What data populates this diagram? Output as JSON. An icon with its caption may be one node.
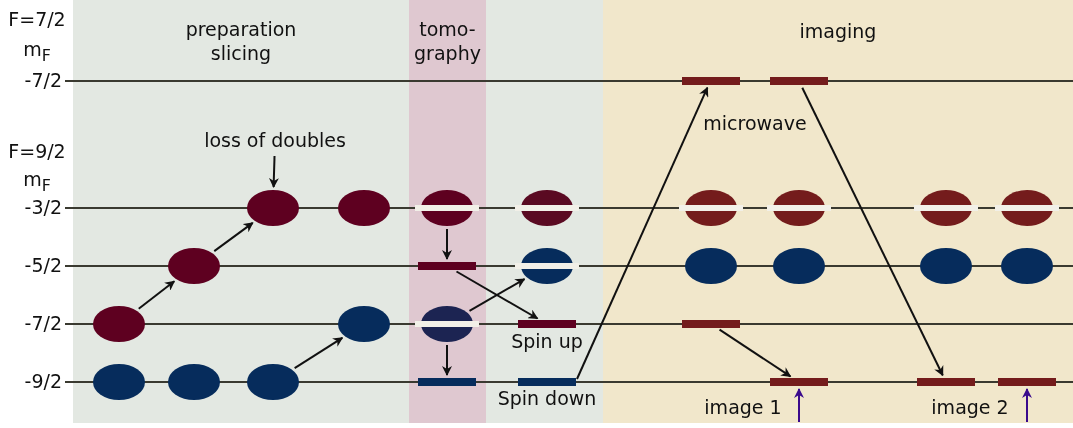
{
  "diagram": {
    "nodes": [
      {
        "text": [
          "preparation slicing"
        ]
      },
      {
        "text": [
          "loss of doubles"
        ],
        "in": 0
      },
      {
        "text": [],
        "shape": "ellipse",
        "in": 0
      },
      {
        "text": [],
        "shape": "ellipse",
        "in": 0
      },
      {
        "text": [],
        "shape": "ellipse",
        "in": 0
      },
      {
        "text": [],
        "shape": "ellipse",
        "in": 0
      },
      {
        "text": [],
        "shape": "ellipse",
        "in": 0
      },
      {
        "text": [],
        "shape": "ellipse",
        "in": 0
      },
      {
        "text": [],
        "shape": "ellipse",
        "in": 0
      },
      {
        "text": [],
        "shape": "ellipse",
        "in": 0
      },
      {
        "text": [
          "tomo- graphy"
        ]
      },
      {
        "text": [],
        "shape": "ellipse",
        "in": 10
      },
      {
        "text": [],
        "shape": "bar",
        "in": 10
      },
      {
        "text": [],
        "shape": "ellipse",
        "in": 10
      },
      {
        "text": [],
        "shape": "bar",
        "in": 10
      },
      {
        "text": [],
        "shape": "band"
      },
      {
        "text": [],
        "shape": "ellipse",
        "in": 15
      },
      {
        "text": [],
        "shape": "ellipse",
        "in": 15
      },
      {
        "text": [],
        "shape": "bar",
        "in": 15,
        "beside": [
          "Spin up"
        ]
      },
      {
        "text": [],
        "shape": "bar",
        "in": 15,
        "beside": [
          "Spin down"
        ]
      },
      {
        "text": [
          "imaging"
        ]
      },
      {
        "text": [],
        "shape": "bar",
        "in": 20
      },
      {
        "text": [],
        "shape": "bar",
        "in": 20
      },
      {
        "text": [],
        "shape": "ellipse",
        "in": 20
      },
      {
        "text": [],
        "shape": "ellipse",
        "in": 20
      },
      {
        "text": [],
        "shape": "ellipse",
        "in": 20
      },
      {
        "text": [],
        "shape": "ellipse",
        "in": 20
      },
      {
        "text": [],
        "shape": "ellipse",
        "in": 20
      },
      {
        "text": [],
        "shape": "ellipse",
        "in": 20
      },
      {
        "text": [],
        "shape": "ellipse",
        "in": 20
      },
      {
        "text": [],
        "shape": "ellipse",
        "in": 20
      },
      {
        "text": [],
        "shape": "bar",
        "in": 20
      },
      {
        "text": [],
        "shape": "bar",
        "in": 20
      },
      {
        "text": [],
        "shape": "bar",
        "in": 20
      },
      {
        "text": [],
        "shape": "bar",
        "in": 20
      }
    ],
    "edges": [
      {
        "from": 5,
        "to": 4,
        "arrow": "to"
      },
      {
        "from": 4,
        "to": 2,
        "arrow": "to"
      },
      {
        "from": 1,
        "to": 2,
        "arrow": "to"
      },
      {
        "from": 9,
        "to": 6,
        "arrow": "to"
      },
      {
        "from": 11,
        "to": 12,
        "arrow": "to"
      },
      {
        "from": 13,
        "to": 14,
        "arrow": "to"
      },
      {
        "from": 12,
        "to": 18,
        "arrow": "to"
      },
      {
        "from": 13,
        "to": 17,
        "arrow": "to"
      },
      {
        "from": 19,
        "to": 21,
        "arrow": "to"
      },
      {
        "from": 22,
        "to": 33,
        "arrow": "to"
      },
      {
        "from": 31,
        "to": 32,
        "arrow": "to"
      },
      {
        "from": null,
        "to": 32,
        "arrow": "to",
        "color": "#3a0a8c"
      },
      {
        "from": null,
        "to": 34,
        "arrow": "to",
        "color": "#3a0a8c"
      }
    ],
    "labels": [
      "F=7/2",
      "m$_{F}$",
      "-7/2",
      "F=9/2",
      "m$_{F}$",
      "-3/2",
      "-5/2",
      "-7/2",
      "-9/2",
      "microwave",
      "image 1",
      "image 2"
    ]
  }
}
